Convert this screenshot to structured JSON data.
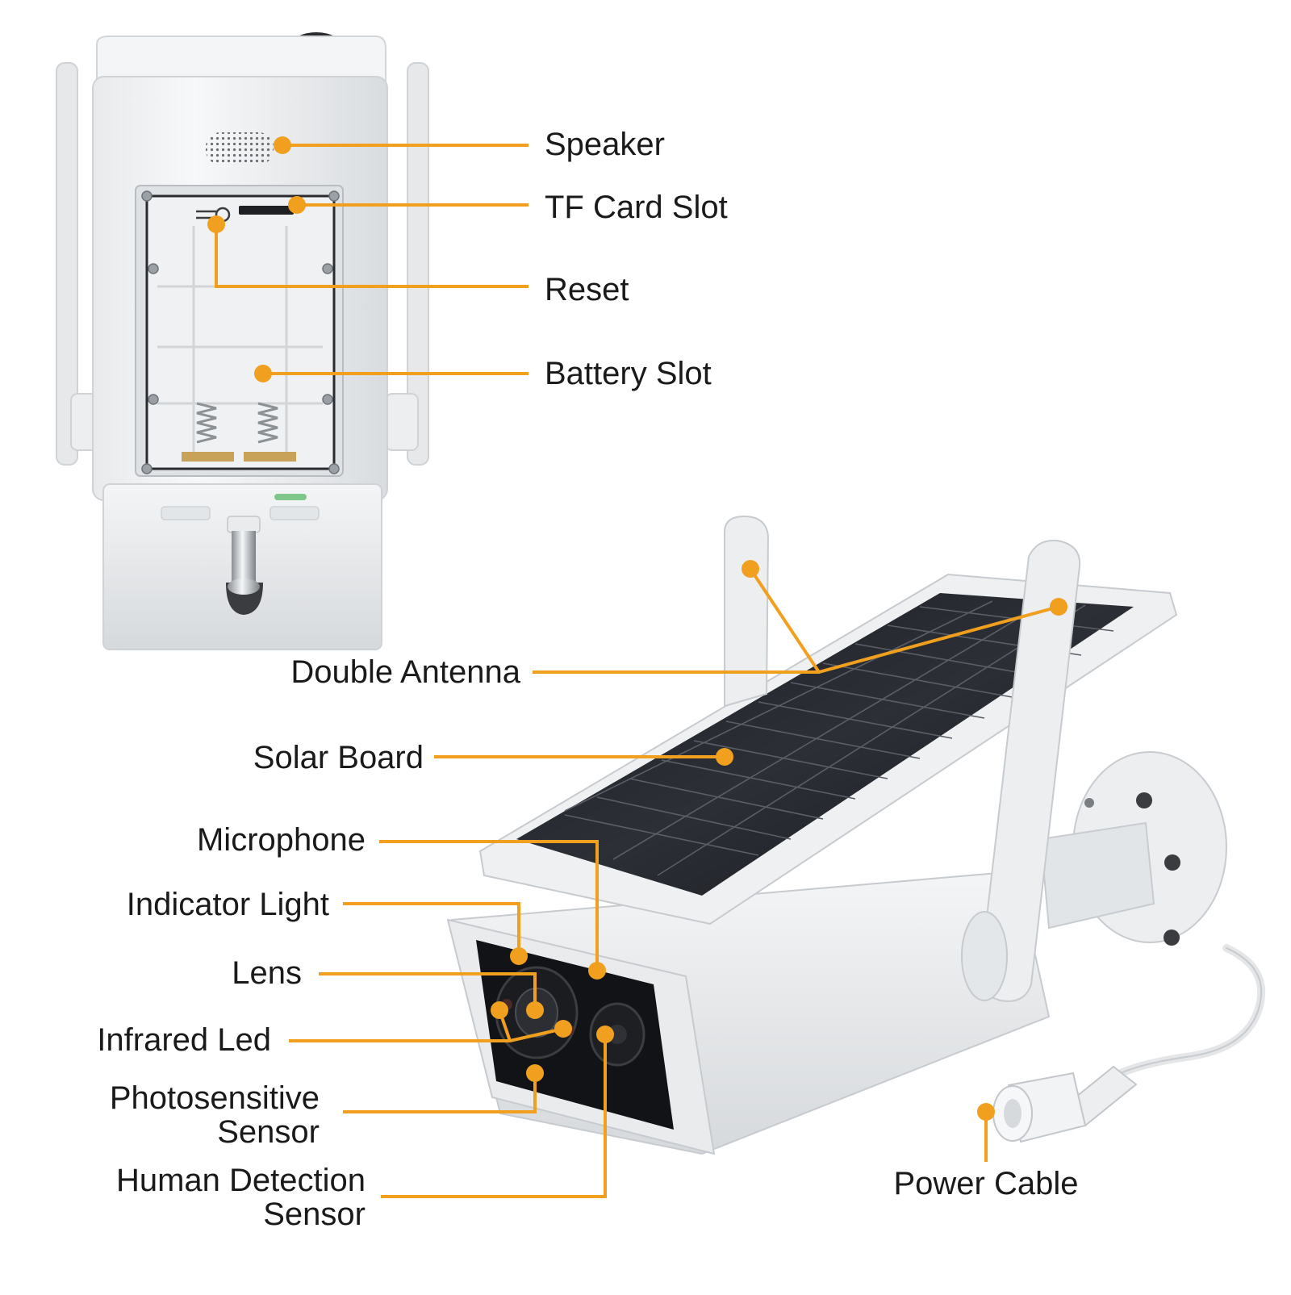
{
  "accent_color": "#f0a01e",
  "labels": {
    "speaker": "Speaker",
    "tf_card_slot": "TF Card Slot",
    "reset": "Reset",
    "battery_slot": "Battery Slot",
    "double_antenna": "Double Antenna",
    "solar_board": "Solar Board",
    "microphone": "Microphone",
    "indicator_light": "Indicator Light",
    "lens": "Lens",
    "infrared_led": "Infrared Led",
    "photosensitive_sensor_line1": "Photosensitive",
    "photosensitive_sensor_line2": "Sensor",
    "human_detection_sensor_line1": "Human Detection",
    "human_detection_sensor_line2": "Sensor",
    "power_cable": "Power Cable"
  }
}
